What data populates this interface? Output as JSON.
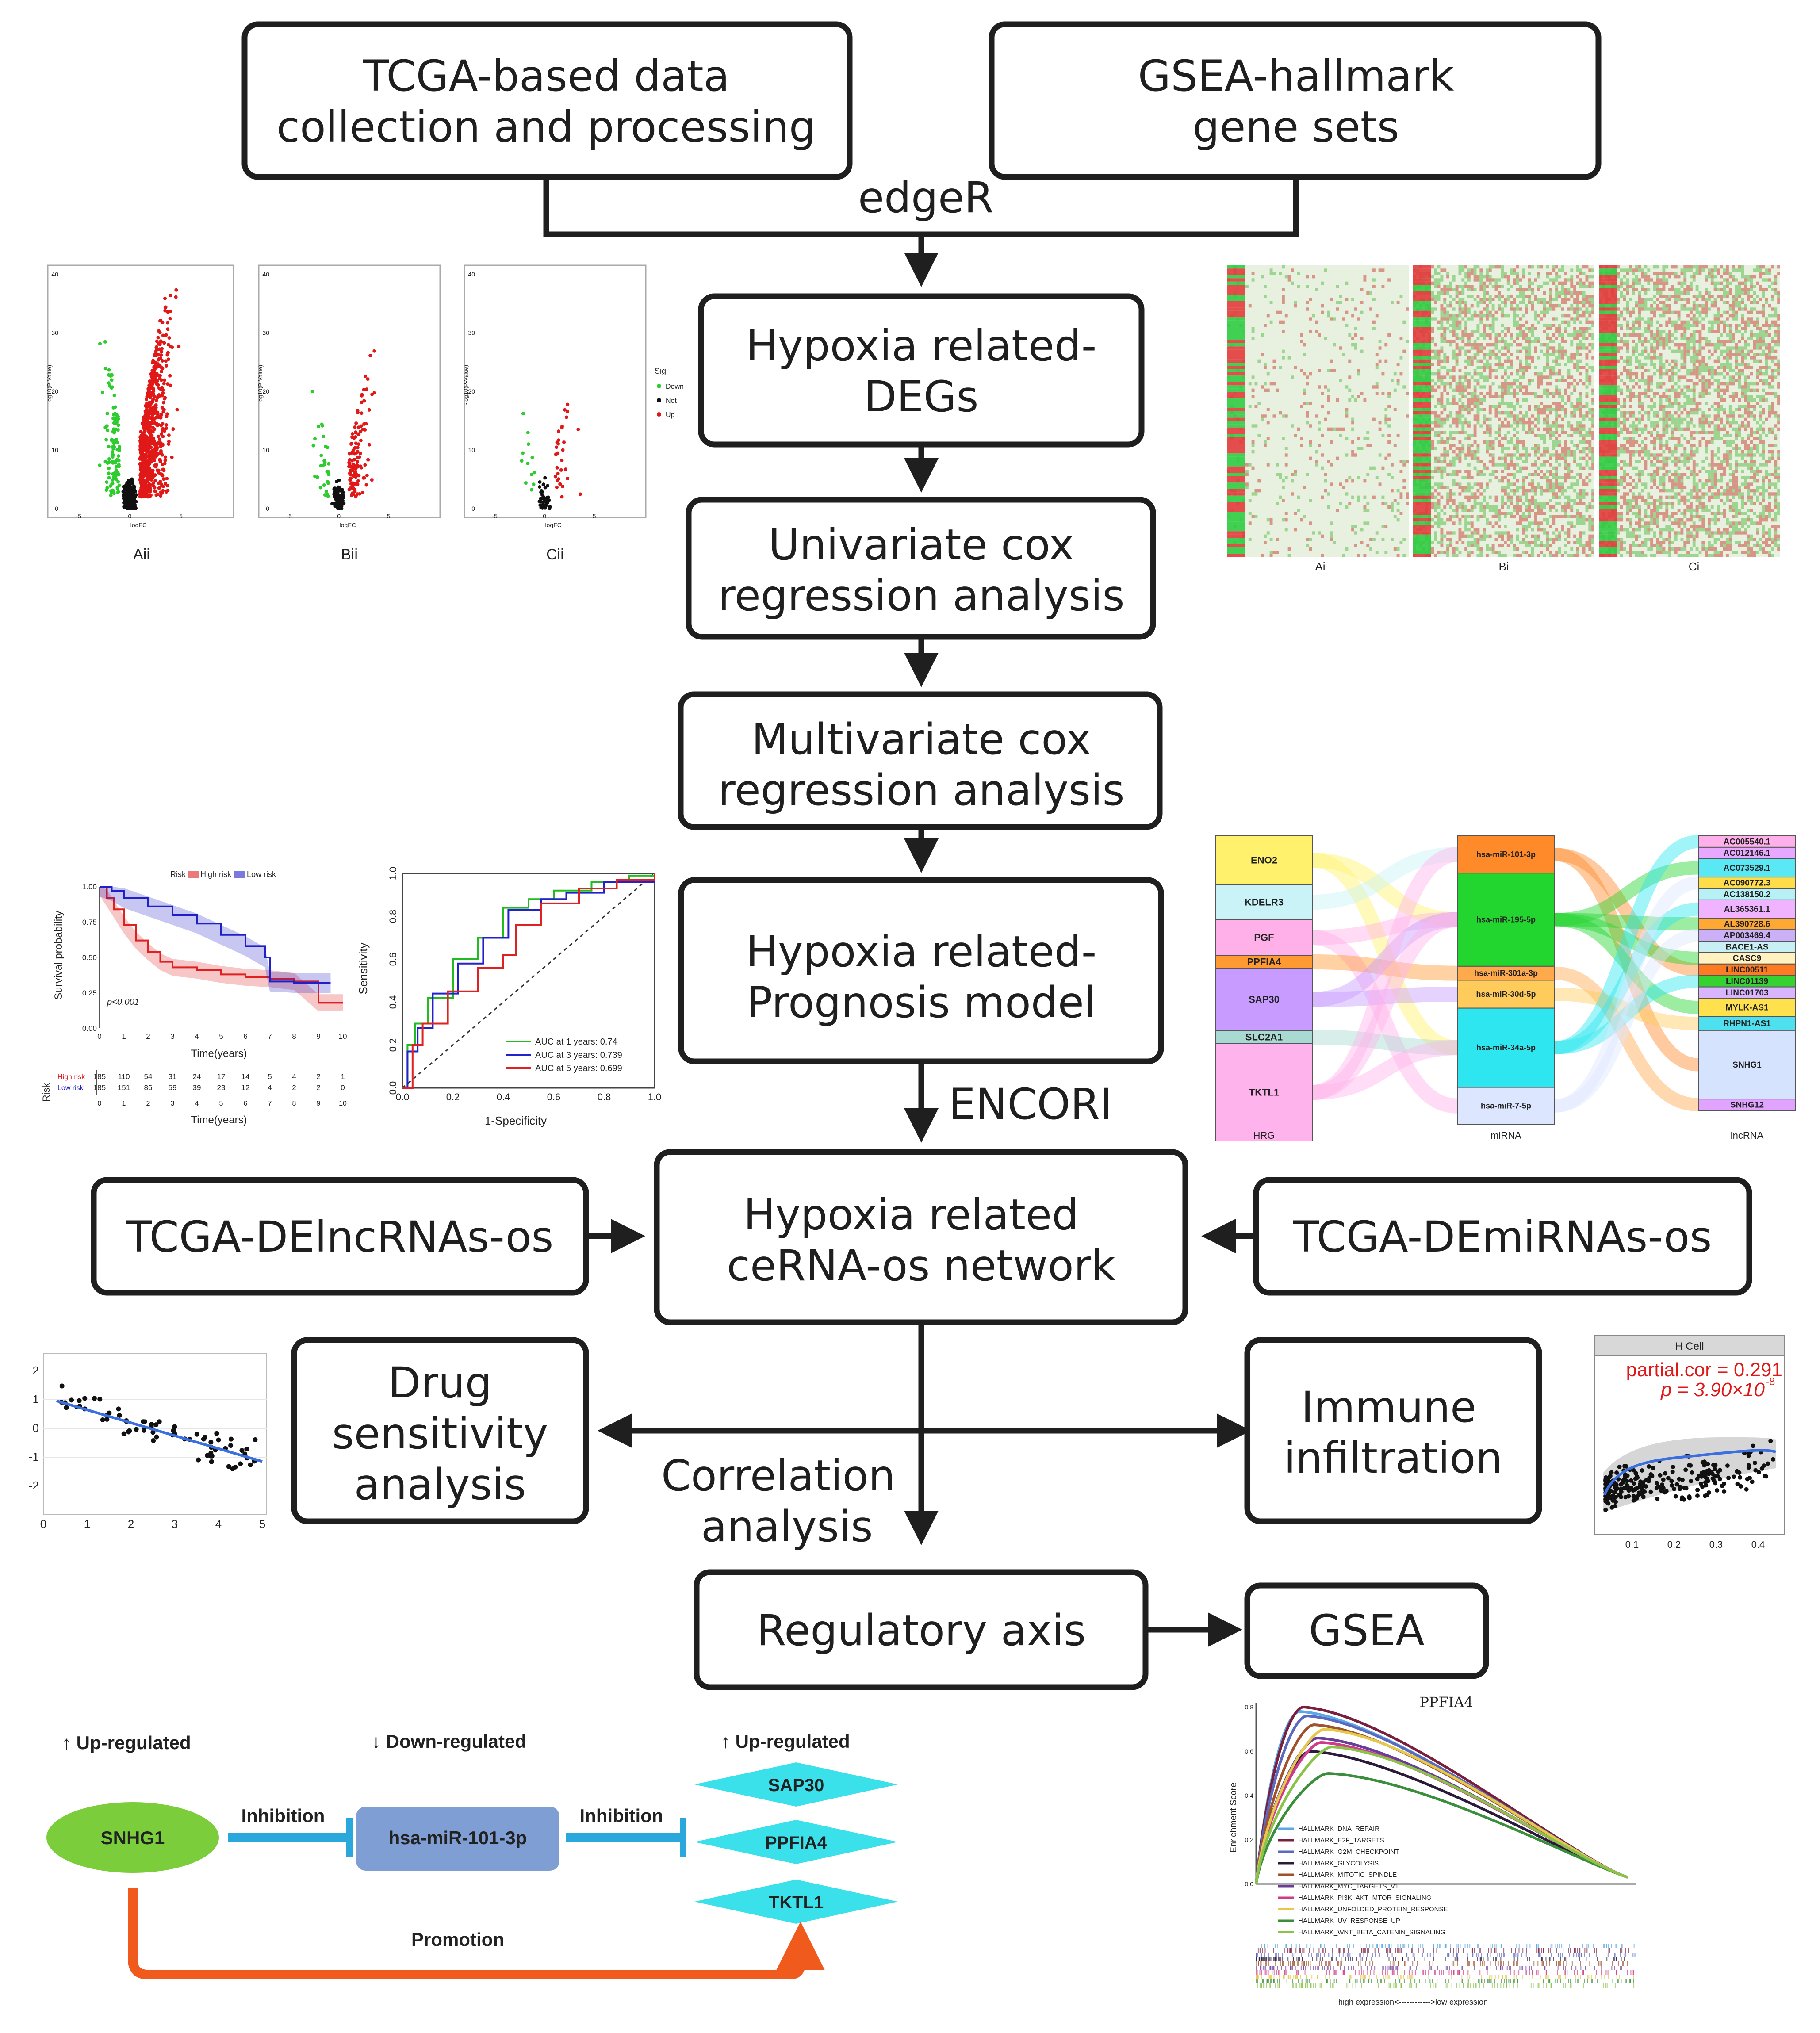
{
  "boxes": {
    "tcga": [
      "TCGA-based data",
      "collection and processing"
    ],
    "gsea_sets": [
      "GSEA-hallmark",
      "gene sets"
    ],
    "hypoxia_degs": [
      "Hypoxia related-",
      "DEGs"
    ],
    "univariate": [
      "Univariate cox",
      "regression analysis"
    ],
    "multivariate": [
      "Multivariate cox",
      "regression analysis"
    ],
    "prognosis": [
      "Hypoxia related-",
      "Prognosis model"
    ],
    "cerna": [
      "Hypoxia related",
      "ceRNA-os network"
    ],
    "lnc": "TCGA-DElncRNAs-os",
    "mirna": "TCGA-DEmiRNAs-os",
    "drug": [
      "Drug",
      "sensitivity",
      "analysis"
    ],
    "immune": [
      "Immune",
      "infiltration"
    ],
    "regulatory": "Regulatory axis",
    "gsea": "GSEA"
  },
  "edge_labels": {
    "edger": "edgeR",
    "encori": "ENCORI",
    "correlation": [
      "Correlation",
      "analysis"
    ]
  },
  "volcano": {
    "panels": [
      "Aii",
      "Bii",
      "Cii"
    ],
    "ylabel": "-log10(P-Value)",
    "xlabel": "logFC",
    "xticks": [
      "-5",
      "0",
      "5"
    ],
    "yticks": [
      "0",
      "10",
      "20",
      "30",
      "40"
    ],
    "legend_title": "Sig",
    "legend": [
      "Down",
      "Not",
      "Up"
    ],
    "colors": {
      "down": "#2ecc2e",
      "not": "#111111",
      "up": "#e01818"
    }
  },
  "heatmaps": {
    "panels": [
      "Ai",
      "Bi",
      "Ci"
    ]
  },
  "km": {
    "legend": [
      "Risk",
      "High risk",
      "Low risk"
    ],
    "ylabel": "Survival probability",
    "xlabel": "Time(years)",
    "yticks": [
      "0.00",
      "0.25",
      "0.50",
      "0.75",
      "1.00"
    ],
    "xticks": [
      "0",
      "1",
      "2",
      "3",
      "4",
      "5",
      "6",
      "7",
      "8",
      "9",
      "10"
    ],
    "pvalue": "p<0.001",
    "risk_label": "Risk",
    "high_row": [
      "185",
      "110",
      "54",
      "31",
      "24",
      "17",
      "14",
      "5",
      "4",
      "2",
      "1"
    ],
    "low_row": [
      "185",
      "151",
      "86",
      "59",
      "39",
      "23",
      "12",
      "4",
      "2",
      "2",
      "0"
    ],
    "colors": {
      "high": "#e02020",
      "low": "#2020c8"
    }
  },
  "roc": {
    "ylabel": "Sensitivity",
    "xlabel": "1-Specificity",
    "ticks": [
      "0.0",
      "0.2",
      "0.4",
      "0.6",
      "0.8",
      "1.0"
    ],
    "legend": [
      "AUC at 1 years: 0.74",
      "AUC at 3 years: 0.739",
      "AUC at 5 years: 0.699"
    ],
    "colors": [
      "#22bb22",
      "#2222cc",
      "#dd2222"
    ]
  },
  "sankey": {
    "hrg": [
      "ENO2",
      "KDELR3",
      "PGF",
      "PPFIA4",
      "SAP30",
      "SLC2A1",
      "TKTL1"
    ],
    "mirna": [
      "hsa-miR-101-3p",
      "hsa-miR-195-5p",
      "hsa-miR-301a-3p",
      "hsa-miR-30d-5p",
      "hsa-miR-34a-5p",
      "hsa-miR-7-5p"
    ],
    "lnc": [
      "AC005540.1",
      "AC012146.1",
      "AC073529.1",
      "AC090772.3",
      "AC138150.2",
      "AL365361.1",
      "AL390728.6",
      "AP003469.4",
      "BACE1-AS",
      "CASC9",
      "LINC00511",
      "LINC01139",
      "LINC01703",
      "MYLK-AS1",
      "RHPN1-AS1",
      "SNHG1",
      "SNHG12"
    ],
    "axis": [
      "HRG",
      "miRNA",
      "lncRNA"
    ]
  },
  "drug_scatter": {
    "xticks": [
      "0",
      "1",
      "2",
      "3",
      "4",
      "5"
    ],
    "yticks": [
      "2",
      "1",
      "0",
      "-1",
      "-2"
    ]
  },
  "immune_scatter": {
    "title": "H Cell",
    "stat1": "partial.cor = 0.291",
    "stat2": "p = 3.90×10",
    "stat2_exp": "-8",
    "xticks": [
      "0.1",
      "0.2",
      "0.3",
      "0.4"
    ]
  },
  "axis_path": {
    "up1": "↑ Up-regulated",
    "down": "↓ Down-regulated",
    "up2": "↑ Up-regulated",
    "snhg1": "SNHG1",
    "mir": "hsa-miR-101-3p",
    "inhibition1": "Inhibition",
    "inhibition2": "Inhibition",
    "targets": [
      "SAP30",
      "PPFIA4",
      "TKTL1"
    ],
    "promotion": "Promotion",
    "colors": {
      "snhg1": "#7ccd3c",
      "mir": "#7f9fd4",
      "target": "#3ae0ea",
      "inhibit": "#2aa8dc",
      "promote": "#f05a1c"
    }
  },
  "gsea_plot": {
    "title": "PPFIA4",
    "ylabel": "Enrichment Score",
    "yticks": [
      "0.0",
      "0.2",
      "0.4",
      "0.6",
      "0.8"
    ],
    "legend": [
      "HALLMARK_DNA_REPAIR",
      "HALLMARK_E2F_TARGETS",
      "HALLMARK_G2M_CHECKPOINT",
      "HALLMARK_GLYCOLYSIS",
      "HALLMARK_MITOTIC_SPINDLE",
      "HALLMARK_MYC_TARGETS_V1",
      "HALLMARK_PI3K_AKT_MTOR_SIGNALING",
      "HALLMARK_UNFOLDED_PROTEIN_RESPONSE",
      "HALLMARK_UV_RESPONSE_UP",
      "HALLMARK_WNT_BETA_CATENIN_SIGNALING"
    ],
    "colors": [
      "#5aa9e6",
      "#7a1f3d",
      "#5b6abf",
      "#2b1b3b",
      "#a0522d",
      "#6a3d9a",
      "#d03a8a",
      "#e6c84a",
      "#3b8e3b",
      "#8bc34a"
    ],
    "xlabel": "high expression<------------>low expression"
  }
}
